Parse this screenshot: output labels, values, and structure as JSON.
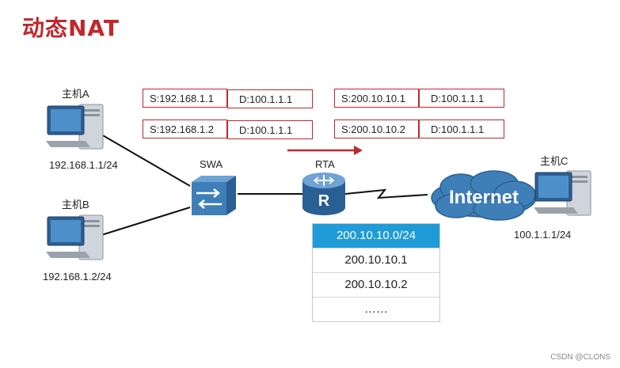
{
  "title": "动态NAT",
  "hosts": {
    "a": {
      "name": "主机A",
      "ip": "192.168.1.1/24"
    },
    "b": {
      "name": "主机B",
      "ip": "192.168.1.2/24"
    },
    "c": {
      "name": "主机C",
      "ip": "100.1.1.1/24"
    }
  },
  "switch_label": "SWA",
  "router_label": "RTA",
  "router_glyph": "R",
  "cloud_label": "Internet",
  "packets_before": [
    {
      "src": "S:192.168.1.1",
      "dst": "D:100.1.1.1"
    },
    {
      "src": "S:192.168.1.2",
      "dst": "D:100.1.1.1"
    }
  ],
  "packets_after": [
    {
      "src": "S:200.10.10.1",
      "dst": "D:100.1.1.1"
    },
    {
      "src": "S:200.10.10.2",
      "dst": "D:100.1.1.1"
    }
  ],
  "address_pool": [
    "200.10.10.0/24",
    "200.10.10.1",
    "200.10.10.2",
    "……"
  ],
  "watermark": "CSDN @CLONS",
  "colors": {
    "title": "#c0282c",
    "arrow": "#c0282c",
    "pool_header": "#1f9bd7",
    "device": "#3f7fb8"
  }
}
